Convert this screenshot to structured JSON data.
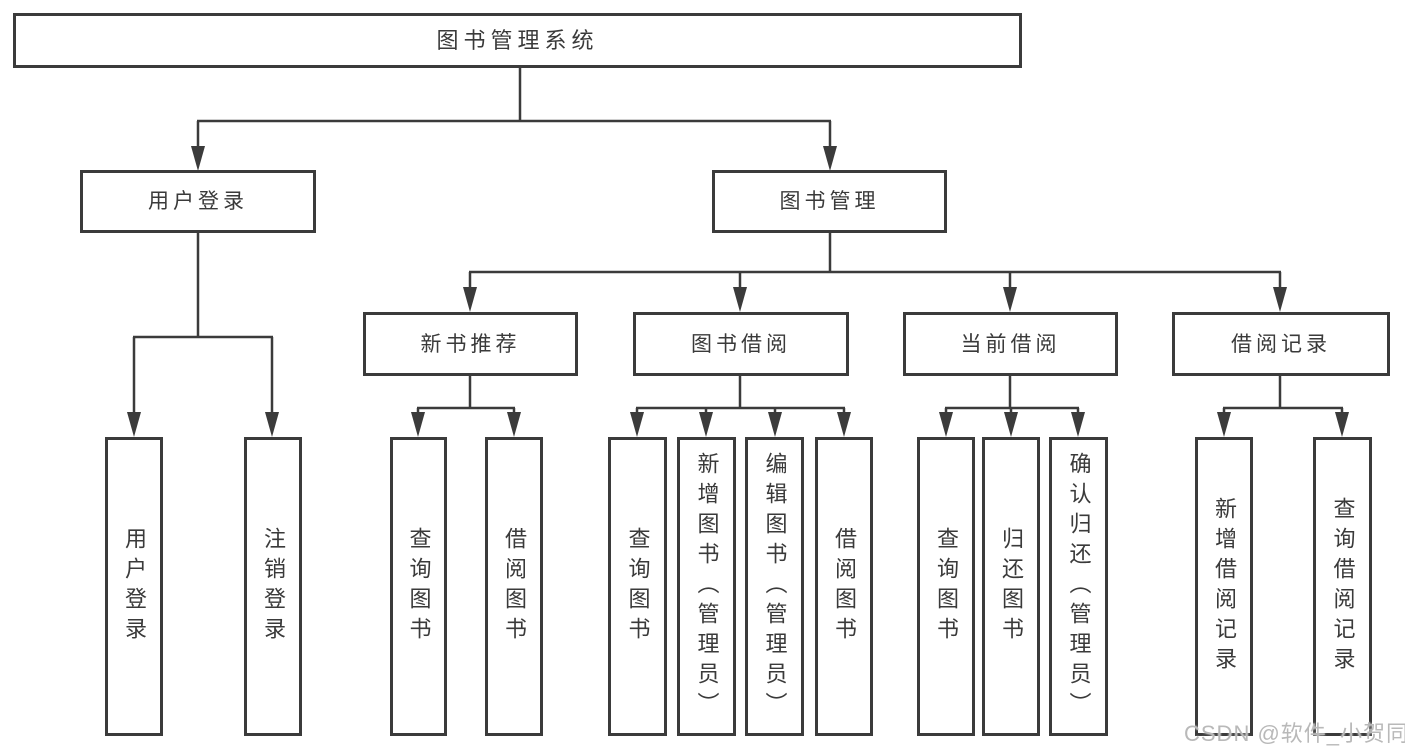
{
  "diagram": {
    "root": {
      "label": "图书管理系统",
      "children": [
        {
          "label": "用户登录",
          "children": [
            {
              "label": "用户登录"
            },
            {
              "label": "注销登录"
            }
          ]
        },
        {
          "label": "图书管理",
          "children": [
            {
              "label": "新书推荐",
              "children": [
                {
                  "label": "查询图书"
                },
                {
                  "label": "借阅图书"
                }
              ]
            },
            {
              "label": "图书借阅",
              "children": [
                {
                  "label": "查询图书"
                },
                {
                  "label": "新增图书（管理员）"
                },
                {
                  "label": "编辑图书（管理员）"
                },
                {
                  "label": "借阅图书"
                }
              ]
            },
            {
              "label": "当前借阅",
              "children": [
                {
                  "label": "查询图书"
                },
                {
                  "label": "归还图书"
                },
                {
                  "label": "确认归还（管理员）"
                }
              ]
            },
            {
              "label": "借阅记录",
              "children": [
                {
                  "label": "新增借阅记录"
                },
                {
                  "label": "查询借阅记录"
                }
              ]
            }
          ]
        }
      ]
    },
    "colors": {
      "line": "#3b3b3b",
      "box_border": "#3b3b3b",
      "text": "#3a3a3a",
      "watermark": "#b9b9b9",
      "background": "#ffffff"
    }
  },
  "watermark": {
    "text": "CSDN @软件_小贺同学"
  }
}
